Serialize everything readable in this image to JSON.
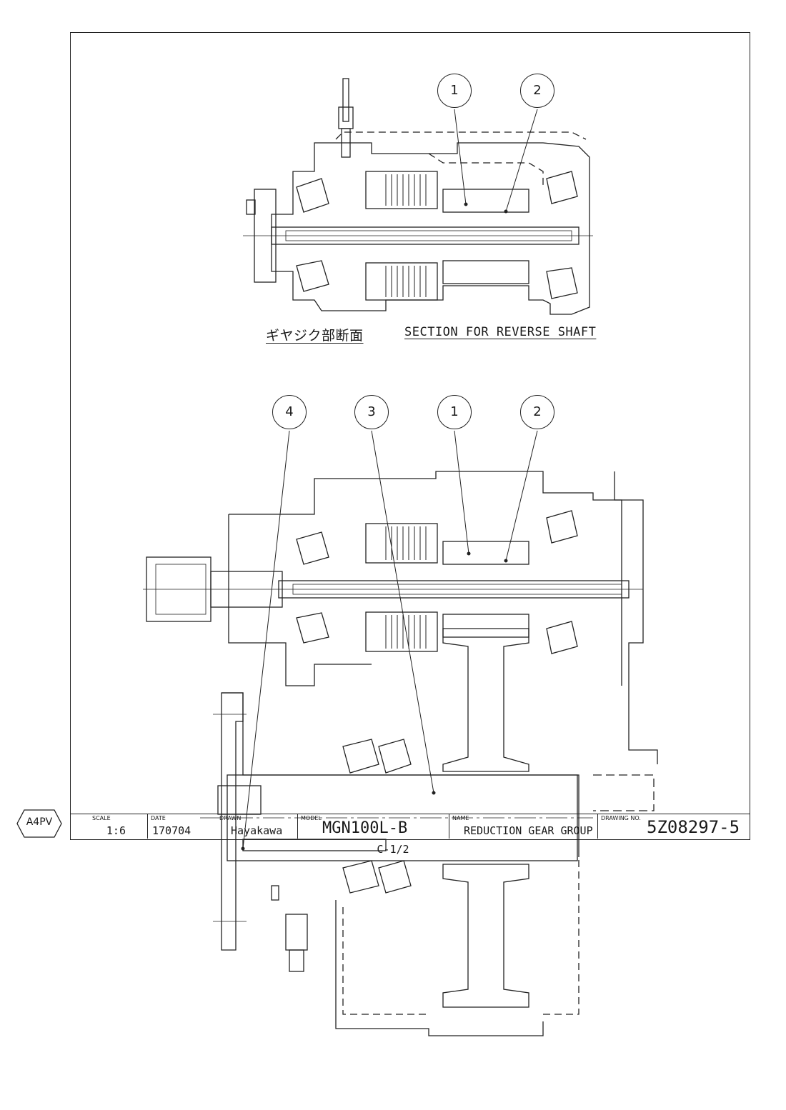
{
  "captions": {
    "section_jp": "ギヤジク部断面",
    "section_en": "SECTION FOR REVERSE SHAFT"
  },
  "balloons": {
    "top": [
      "1",
      "2"
    ],
    "bottom": [
      "4",
      "3",
      "1",
      "2"
    ]
  },
  "title_block": {
    "scale_label": "SCALE",
    "scale": "1:6",
    "date_label": "DATE",
    "date": "170704",
    "drawn_label": "DRAWN",
    "drawn": "Hayakawa",
    "model_label": "MODEL",
    "model": "MGN100L-B",
    "name_label": "NAME",
    "name": "REDUCTION GEAR GROUP",
    "drawing_no_label": "DRAWING NO.",
    "drawing_no": "5Z08297-5"
  },
  "sheet_number": "C-1/2",
  "paper_size": "A4PV",
  "colors": {
    "ink": "#1a1a1a",
    "paper": "#ffffff"
  }
}
